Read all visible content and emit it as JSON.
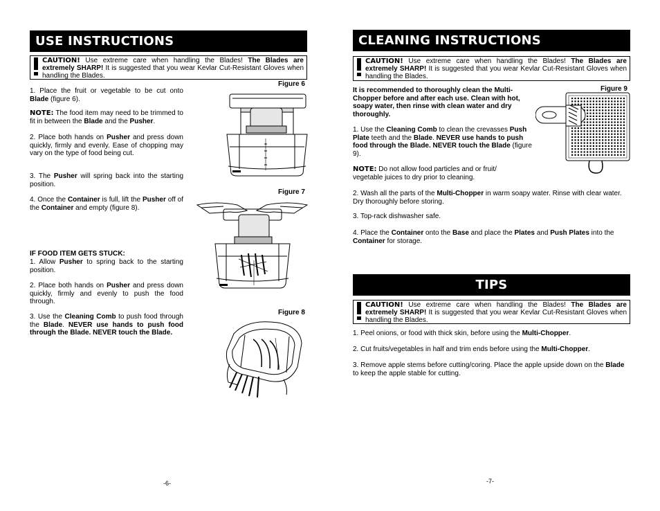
{
  "left_page": {
    "header": "USE INSTRUCTIONS",
    "caution": {
      "tag": "CAUTION!",
      "text_a": " Use extreme care when handling the Blades! ",
      "bold": "The Blades are extremely SHARP!",
      "text_b": " It is suggested that you wear Kevlar Cut-Resistant Gloves when handling the Blades."
    },
    "step1": {
      "a": "1. Place the fruit or vegetable to be cut onto ",
      "b1": "Blade",
      "c": " (figure 6)."
    },
    "note1": {
      "label": "NOTE:",
      "a": " The food item may need to be trimmed to fit in between the ",
      "b1": "Blade",
      "c": " and the ",
      "b2": "Pusher",
      "d": "."
    },
    "step2": {
      "a": "2. Place both hands on ",
      "b1": "Pusher",
      "c": " and press down quickly, firmly and evenly. Ease of chopping may vary on the type of food being cut."
    },
    "step3": {
      "a": "3. The ",
      "b1": "Pusher",
      "c": " will spring back into the starting position."
    },
    "step4": {
      "a": "4. Once the ",
      "b1": "Container",
      "c": " is full, lift the ",
      "b2": "Pusher",
      "d": " off of the ",
      "b3": "Container",
      "e": " and empty (figure 8)."
    },
    "stuck_heading": "IF FOOD ITEM GETS STUCK:",
    "stuck1": {
      "a": "1. Allow ",
      "b1": "Pusher",
      "c": " to spring back to the starting position."
    },
    "stuck2": {
      "a": "2. Place both hands on ",
      "b1": "Pusher",
      "c": " and press down quickly, firmly and evenly to push the food through."
    },
    "stuck3": {
      "a": "3. Use the ",
      "b1": "Cleaning Comb",
      "c": " to push food through the ",
      "b2": "Blade",
      "d": ". ",
      "b3": "NEVER use hands to push food through the Blade. NEVER touch the Blade."
    },
    "figure6": "Figure 6",
    "figure7": "Figure 7",
    "figure8": "Figure 8",
    "page_number": "-6-"
  },
  "right_page": {
    "header": "CLEANING INSTRUCTIONS",
    "caution": {
      "tag": "CAUTION!",
      "text_a": " Use extreme care when handling the Blades! ",
      "bold": "The Blades are extremely SHARP!",
      "text_b": " It is suggested that you wear Kevlar Cut-Resistant Gloves when handling the Blades."
    },
    "intro": "It is recommended to thoroughly clean the Multi-Chopper before and after each use. Clean with hot, soapy water, then rinse with clean water and dry thoroughly.",
    "clean1": {
      "a": "1. Use the ",
      "b1": "Cleaning Comb",
      "c": " to clean the crevasses ",
      "b2": "Push Plate",
      "d": " teeth and the ",
      "b3": "Blade",
      "e": ". ",
      "b4": "NEVER use hands to push food through the Blade. NEVER touch the Blade",
      "f": " (figure 9)."
    },
    "note": {
      "label": "NOTE:",
      "a": " Do not allow food particles and or fruit/ vegetable juices to dry prior to cleaning."
    },
    "clean2": {
      "a": "2. Wash all the parts of the ",
      "b1": "Multi-Chopper",
      "c": " in warm soapy water. Rinse with clear water. Dry thoroughly before storing."
    },
    "clean3": "3. Top-rack dishwasher safe.",
    "clean4": {
      "a": "4. Place the ",
      "b1": "Container",
      "c": " onto the ",
      "b2": "Base",
      "d": " and place the ",
      "b3": "Plates",
      "e": " and ",
      "b4": "Push Plates",
      "f": " into the ",
      "b5": "Container",
      "g": " for storage."
    },
    "figure9": "Figure 9",
    "tips_header": "TIPS",
    "tips_caution": {
      "tag": "CAUTION!",
      "text_a": " Use extreme care when handling the Blades! ",
      "bold": "The Blades are extremely SHARP!",
      "text_b": " It is suggested that you wear Kevlar Cut-Resistant Gloves when handling the Blades."
    },
    "tip1": {
      "a": "1. Peel onions, or food with thick skin, before using the ",
      "b1": "Multi-Chopper",
      "c": "."
    },
    "tip2": {
      "a": "2. Cut fruits/vegetables in half and trim ends before using the ",
      "b1": "Multi-Chopper",
      "c": "."
    },
    "tip3": {
      "a": "3. Remove apple stems before cutting/coring. Place the apple upside down on the ",
      "b1": "Blade",
      "c": " to keep the apple stable for cutting."
    },
    "page_number": "-7-"
  }
}
